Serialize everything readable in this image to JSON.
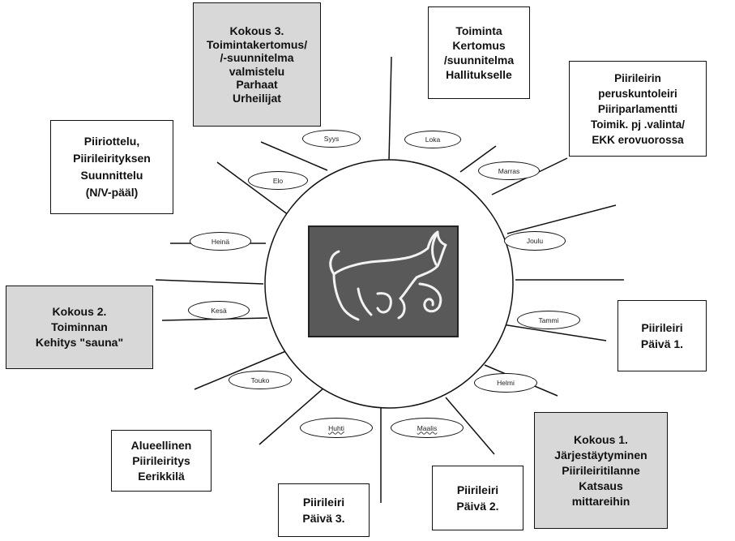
{
  "months": {
    "syys": "Syys",
    "loka": "Loka",
    "marras": "Marras",
    "joulu": "Joulu",
    "tammi": "Tammi",
    "helmi": "Helmi",
    "maalis": "Maalis",
    "huhti": "Huhti",
    "touko": "Touko",
    "kesa": "Kesä",
    "heina": "Heinä",
    "elo": "Elo"
  },
  "activities": {
    "kokous3": "Kokous 3.\nToimintakertomus/\n/-suunnitelma\nvalmistelu\nParhaat\nUrheilijat",
    "toimintakertomus": "Toiminta\nKertomus\n/suunnitelma\nHallitukselle",
    "piirileiri_peruskunto": "Piirileirin\nperuskuntoleiri\nPiiriparlamentti\nToimik. pj .valinta/\nEKK erovuorossa",
    "piiriottelu": "Piiriottelu,\nPiirileirityksen\nSuunnittelu\n(N/V-pääl)",
    "kokous2": "Kokous 2.\nToiminnan\nKehitys \"sauna\"",
    "piirileiri_paiva1": "Piirileiri\nPäivä 1.",
    "alueellinen": "Alueellinen\nPiirileiritys\nEerikkilä",
    "piirileiri_paiva3": "Piirileiri\nPäivä 3.",
    "piirileiri_paiva2": "Piirileiri\nPäivä 2.",
    "kokous1": "Kokous 1.\nJärjestäytyminen\nPiirileiritilanne\nKatsaus\nmittareihin"
  },
  "colors": {
    "line": "#111111",
    "highlight_fill": "#d8d8d8",
    "logo_fill": "#595959",
    "logo_stroke": "#f2f2f2"
  },
  "icons": {
    "center": "cat-icon"
  }
}
